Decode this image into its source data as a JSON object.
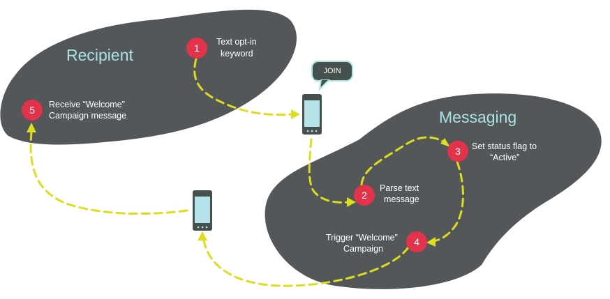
{
  "regions": {
    "recipient": {
      "title": "Recipient"
    },
    "messaging": {
      "title": "Messaging"
    }
  },
  "bubble": {
    "text": "JOIN"
  },
  "steps": [
    {
      "number": "1",
      "lines": [
        "Text opt-in",
        "keyword"
      ]
    },
    {
      "number": "2",
      "lines": [
        "Parse text",
        "message"
      ]
    },
    {
      "number": "3",
      "lines": [
        "Set status flag to",
        "“Active”"
      ]
    },
    {
      "number": "4",
      "lines": [
        "Trigger “Welcome”",
        "Campaign"
      ]
    },
    {
      "number": "5",
      "lines": [
        "Receive “Welcome”",
        "Campaign message"
      ]
    }
  ],
  "colors": {
    "region": "#53575a",
    "title": "#a9e4e2",
    "badge": "#e2334a",
    "flow": "#dddd1e",
    "phone_screen": "#b6e3ea"
  }
}
